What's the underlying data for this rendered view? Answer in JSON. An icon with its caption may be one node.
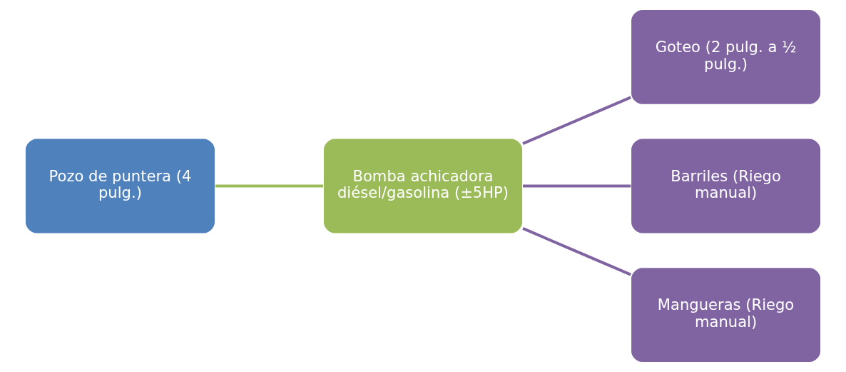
{
  "diagram": {
    "nodes": [
      {
        "text": [
          "Pozo de puntera (4 pulg.)"
        ]
      },
      {
        "text": [
          "Bomba achicadora diésel/gasolina (±5HP)"
        ]
      },
      {
        "text": [
          "Goteo (2 pulg. a ½ pulg.)"
        ]
      },
      {
        "text": [
          "Barriles (Riego manual)"
        ]
      },
      {
        "text": [
          "Mangueras (Riego manual)"
        ]
      }
    ],
    "edges": [
      {
        "from": 0,
        "to": 1,
        "arrow": "none",
        "color": "#9bbb59"
      },
      {
        "from": 1,
        "to": 2,
        "arrow": "none"
      },
      {
        "from": 1,
        "to": 3,
        "arrow": "none"
      },
      {
        "from": 1,
        "to": 4,
        "arrow": "none"
      }
    ]
  }
}
